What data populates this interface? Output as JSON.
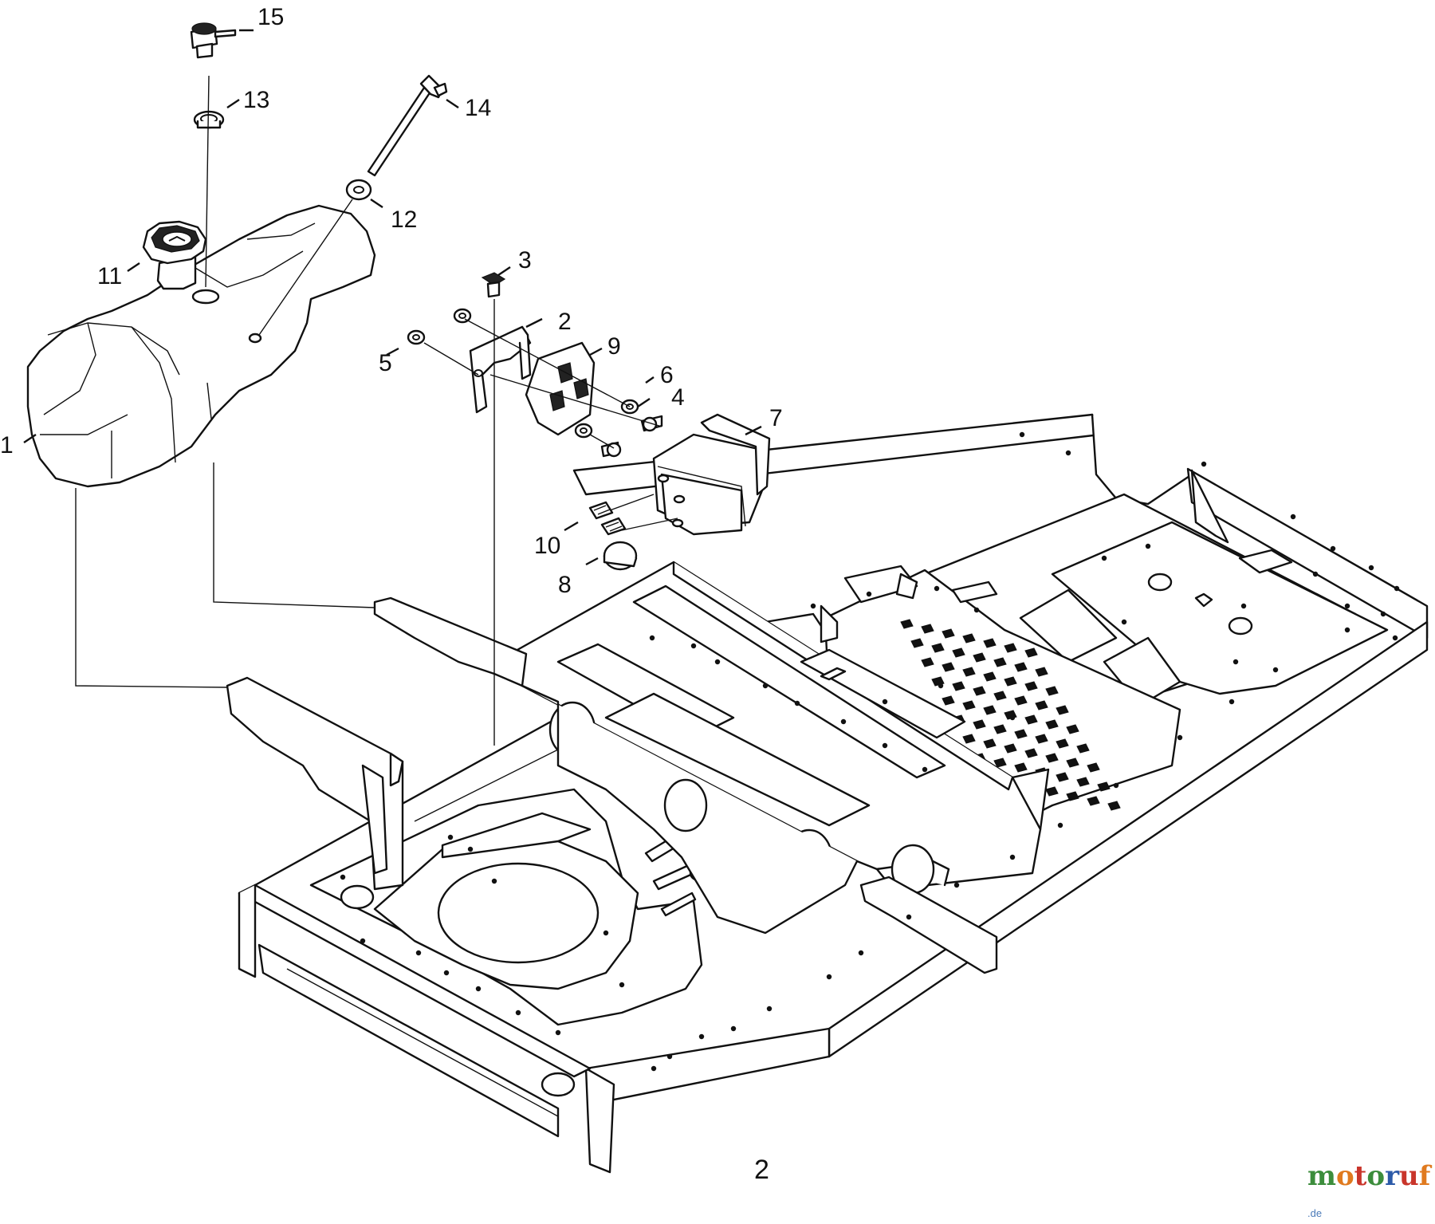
{
  "callouts": [
    "1",
    "2",
    "3",
    "4",
    "5",
    "6",
    "7",
    "8",
    "9",
    "10",
    "11",
    "12",
    "13",
    "14",
    "15"
  ],
  "page_number": "2",
  "watermark": {
    "letters": [
      "m",
      "o",
      "t",
      "o",
      "r",
      "u",
      "f"
    ],
    "letter_colors": [
      "#3c8d3c",
      "#e07a1f",
      "#c9352b",
      "#3c8d3c",
      "#2c5aa8",
      "#c9352b",
      "#e07a1f"
    ],
    "suffix": ".de"
  }
}
